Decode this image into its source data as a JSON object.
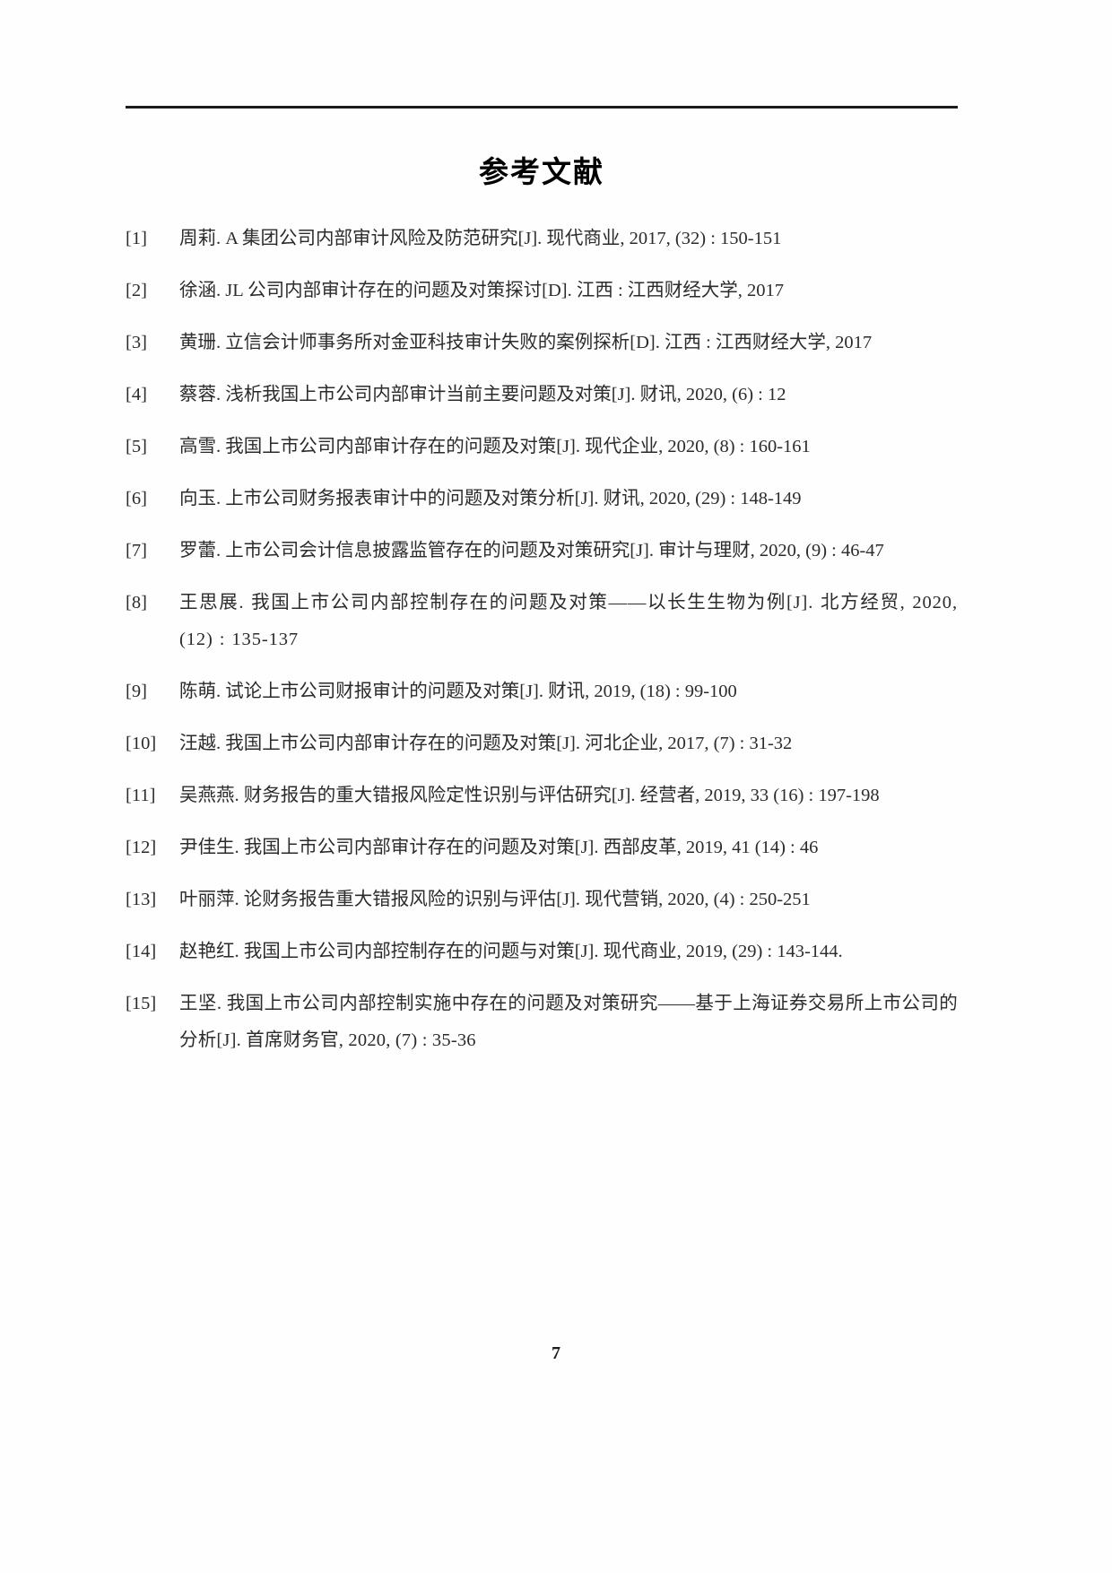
{
  "document": {
    "title": "参考文献",
    "page_number": "7",
    "header_rule": true
  },
  "references": [
    {
      "number": "[1]",
      "text": "周莉. A 集团公司内部审计风险及防范研究[J]. 现代商业, 2017, (32) : 150-151"
    },
    {
      "number": "[2]",
      "text": "徐涵. JL 公司内部审计存在的问题及对策探讨[D]. 江西 : 江西财经大学, 2017"
    },
    {
      "number": "[3]",
      "text": "黄珊. 立信会计师事务所对金亚科技审计失败的案例探析[D]. 江西 : 江西财经大学, 2017"
    },
    {
      "number": "[4]",
      "text": "蔡蓉. 浅析我国上市公司内部审计当前主要问题及对策[J]. 财讯, 2020, (6) : 12"
    },
    {
      "number": "[5]",
      "text": "高雪. 我国上市公司内部审计存在的问题及对策[J]. 现代企业, 2020, (8) : 160-161"
    },
    {
      "number": "[6]",
      "text": "向玉. 上市公司财务报表审计中的问题及对策分析[J]. 财讯, 2020, (29) : 148-149"
    },
    {
      "number": "[7]",
      "text": "罗蕾. 上市公司会计信息披露监管存在的问题及对策研究[J]. 审计与理财, 2020, (9) : 46-47"
    },
    {
      "number": "[8]",
      "text": "王思展. 我国上市公司内部控制存在的问题及对策——以长生生物为例[J]. 北方经贸, 2020, (12) : 135-137"
    },
    {
      "number": "[9]",
      "text": "陈萌. 试论上市公司财报审计的问题及对策[J]. 财讯, 2019, (18) : 99-100"
    },
    {
      "number": "[10]",
      "text": "汪越. 我国上市公司内部审计存在的问题及对策[J]. 河北企业, 2017, (7) : 31-32"
    },
    {
      "number": "[11]",
      "text": "吴燕燕. 财务报告的重大错报风险定性识别与评估研究[J]. 经营者, 2019, 33 (16) : 197-198"
    },
    {
      "number": "[12]",
      "text": "尹佳生. 我国上市公司内部审计存在的问题及对策[J]. 西部皮革, 2019, 41 (14) : 46"
    },
    {
      "number": "[13]",
      "text": "叶丽萍. 论财务报告重大错报风险的识别与评估[J]. 现代营销, 2020, (4) : 250-251"
    },
    {
      "number": "[14]",
      "text": "赵艳红. 我国上市公司内部控制存在的问题与对策[J]. 现代商业, 2019, (29) : 143-144."
    },
    {
      "number": "[15]",
      "text": "王坚. 我国上市公司内部控制实施中存在的问题及对策研究——基于上海证券交易所上市公司的分析[J]. 首席财务官, 2020, (7) : 35-36"
    }
  ]
}
